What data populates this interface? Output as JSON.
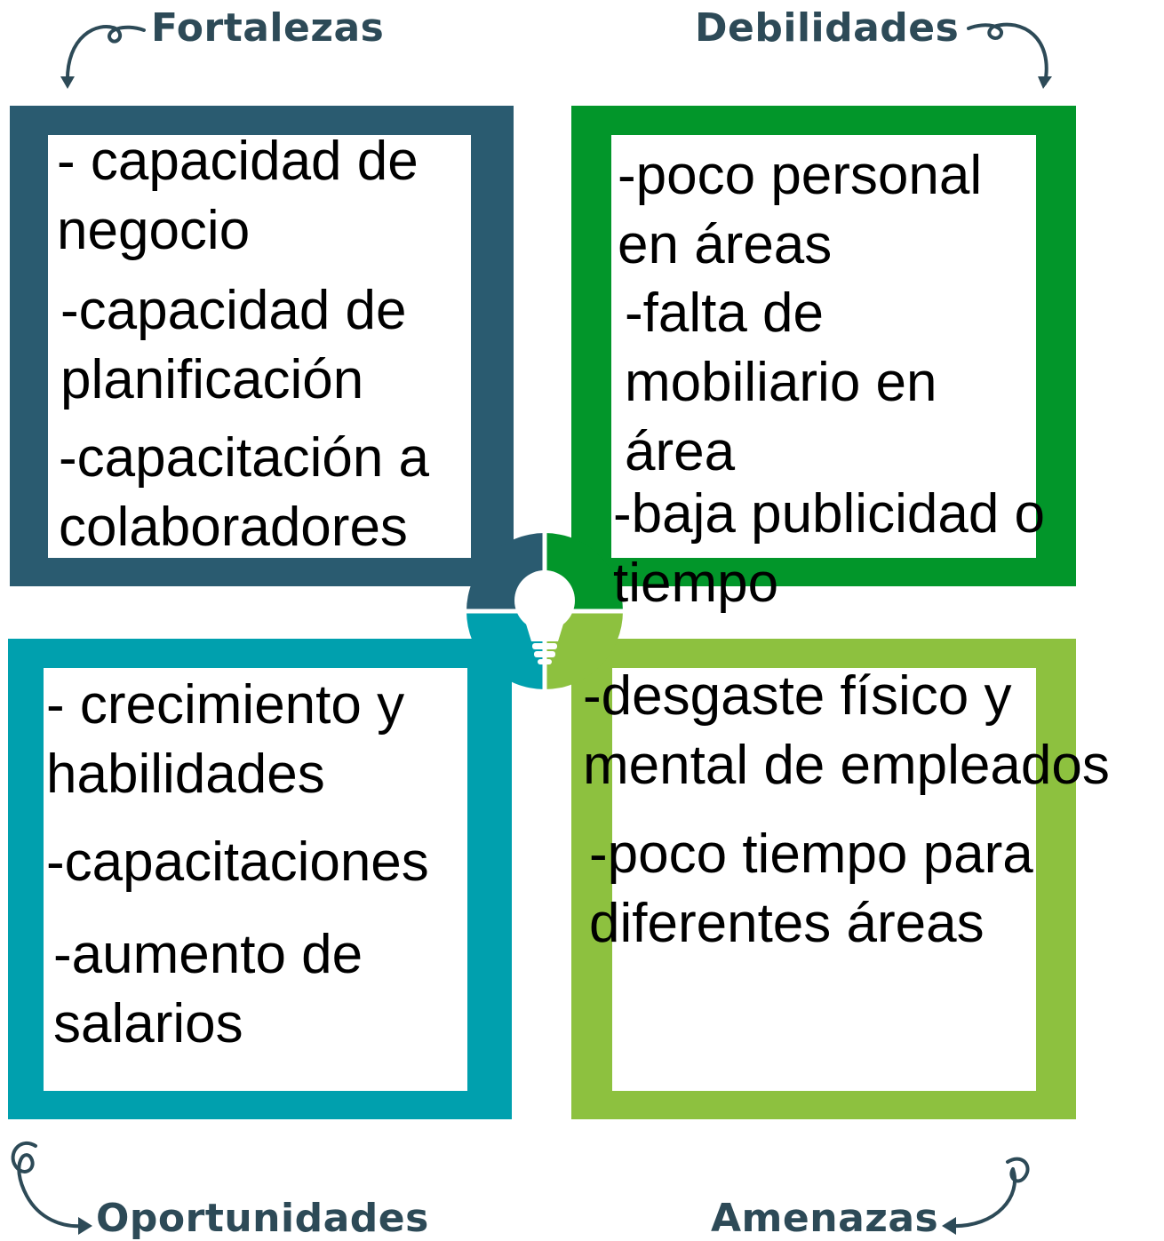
{
  "quadrants": {
    "strengths": {
      "title": "Fortalezas",
      "color": "#2a5b70",
      "items": [
        "- capacidad de\nnegocio",
        "-capacidad de\nplanificación",
        "-capacitación a\ncolaboradores"
      ]
    },
    "weaknesses": {
      "title": "Debilidades",
      "color": "#02962a",
      "items": [
        "-poco personal\nen áreas",
        "-falta de\nmobiliario en\nárea",
        "-baja publicidad o\ntiempo"
      ]
    },
    "opportunities": {
      "title": "Oportunidades",
      "color": "#00a0ae",
      "items": [
        "- crecimiento y\nhabilidades",
        "-capacitaciones",
        "-aumento de\nsalarios"
      ]
    },
    "threats": {
      "title": "Amenazas",
      "color": "#8dc13f",
      "items": [
        "-desgaste físico y\nmental de empleados",
        "-poco tiempo para\ndiferentes áreas"
      ]
    }
  },
  "center_icon": "lightbulb-icon",
  "arrow_icon": "curly-arrow-icon",
  "heading_color": "#2d4a57"
}
